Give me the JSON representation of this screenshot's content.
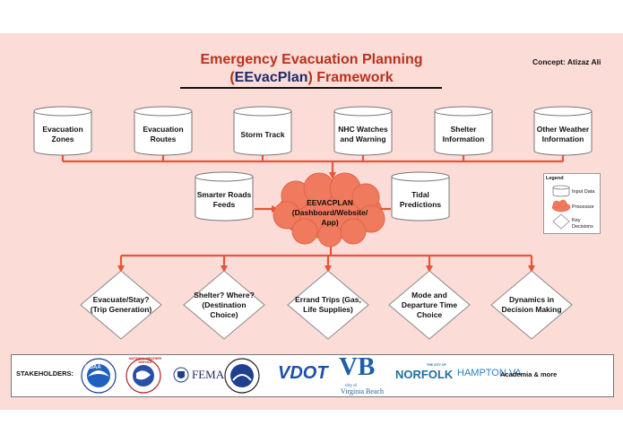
{
  "title": {
    "line1": "Emergency Evacuation Planning",
    "line2_open": "(",
    "line2_acronym": "EEvacPlan",
    "line2_close": ") Framework"
  },
  "concept": "Concept:  Atizaz Ali",
  "inputs_top": [
    {
      "line1": "Evacuation",
      "line2": "Zones"
    },
    {
      "line1": "Evacuation",
      "line2": "Routes"
    },
    {
      "line1": "Storm Track",
      "line2": ""
    },
    {
      "line1": "NHC Watches",
      "line2": "and Warning"
    },
    {
      "line1": "Shelter",
      "line2": "Information"
    },
    {
      "line1": "Other Weather",
      "line2": "Information"
    }
  ],
  "inputs_side": [
    {
      "line1": "Smarter Roads",
      "line2": "Feeds"
    },
    {
      "line1": "Tidal",
      "line2": "Predictions"
    }
  ],
  "processor": {
    "line1": "EEVACPLAN",
    "line2": "(Dashboard/Website/",
    "line3": "App)"
  },
  "decisions": [
    {
      "line1": "Evacuate/Stay?",
      "line2": "(Trip Generation)",
      "line3": ""
    },
    {
      "line1": "Shelter? Where?",
      "line2": "(Destination",
      "line3": "Choice)"
    },
    {
      "line1": "Errand Trips (Gas,",
      "line2": "Life Supplies)",
      "line3": ""
    },
    {
      "line1": "Mode and",
      "line2": "Departure Time",
      "line3": "Choice"
    },
    {
      "line1": "Dynamics in",
      "line2": "Decision Making",
      "line3": ""
    }
  ],
  "legend": {
    "title": "Legend",
    "input": "Input Data",
    "processor": "Processor",
    "decision_l1": "Key",
    "decision_l2": "Decisions"
  },
  "stakeholders": {
    "label": "STAKEHOLDERS:",
    "noaa": "NOAA",
    "nws": "NATIONAL WEATHER SERVICE",
    "fema": "FEMA",
    "vdot": "VDOT",
    "vb_mark": "VB",
    "vb_city": "City of",
    "vb_name": "Virginia Beach",
    "norfolk_small": "THE CITY OF",
    "norfolk": "NORFOLK",
    "hampton": "HAMPTON VA",
    "more": "Academia & more"
  },
  "colors": {
    "accent_red": "#b5341f",
    "connector": "#e8533a",
    "cloud": "#f07a5e",
    "background": "#fbdcd7",
    "navy": "#1f2a6b"
  }
}
